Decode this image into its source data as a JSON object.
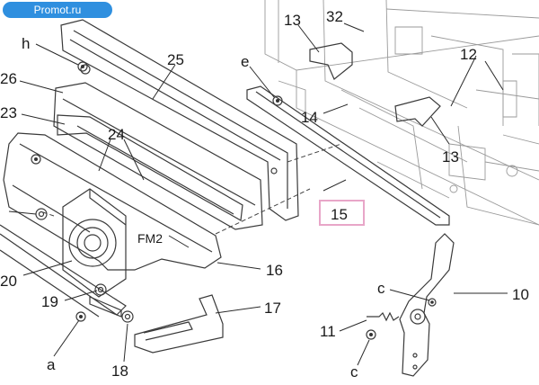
{
  "watermark": "Promot.ru",
  "labels": {
    "l_h": "h",
    "l_25": "25",
    "l_26": "26",
    "l_23": "23",
    "l_24": "24",
    "l_e": "e",
    "l_13a": "13",
    "l_32": "32",
    "l_12": "12",
    "l_14": "14",
    "l_13b": "13",
    "l_15": "15",
    "l_FM2": "FM2",
    "l_16": "16",
    "l_20": "20",
    "l_19": "19",
    "l_17": "17",
    "l_a": "a",
    "l_18": "18",
    "l_c1": "c",
    "l_10": "10",
    "l_11": "11",
    "l_c2": "c"
  },
  "colors": {
    "highlight_box": "#e8a6c8",
    "badge": "#2f8fdf"
  }
}
